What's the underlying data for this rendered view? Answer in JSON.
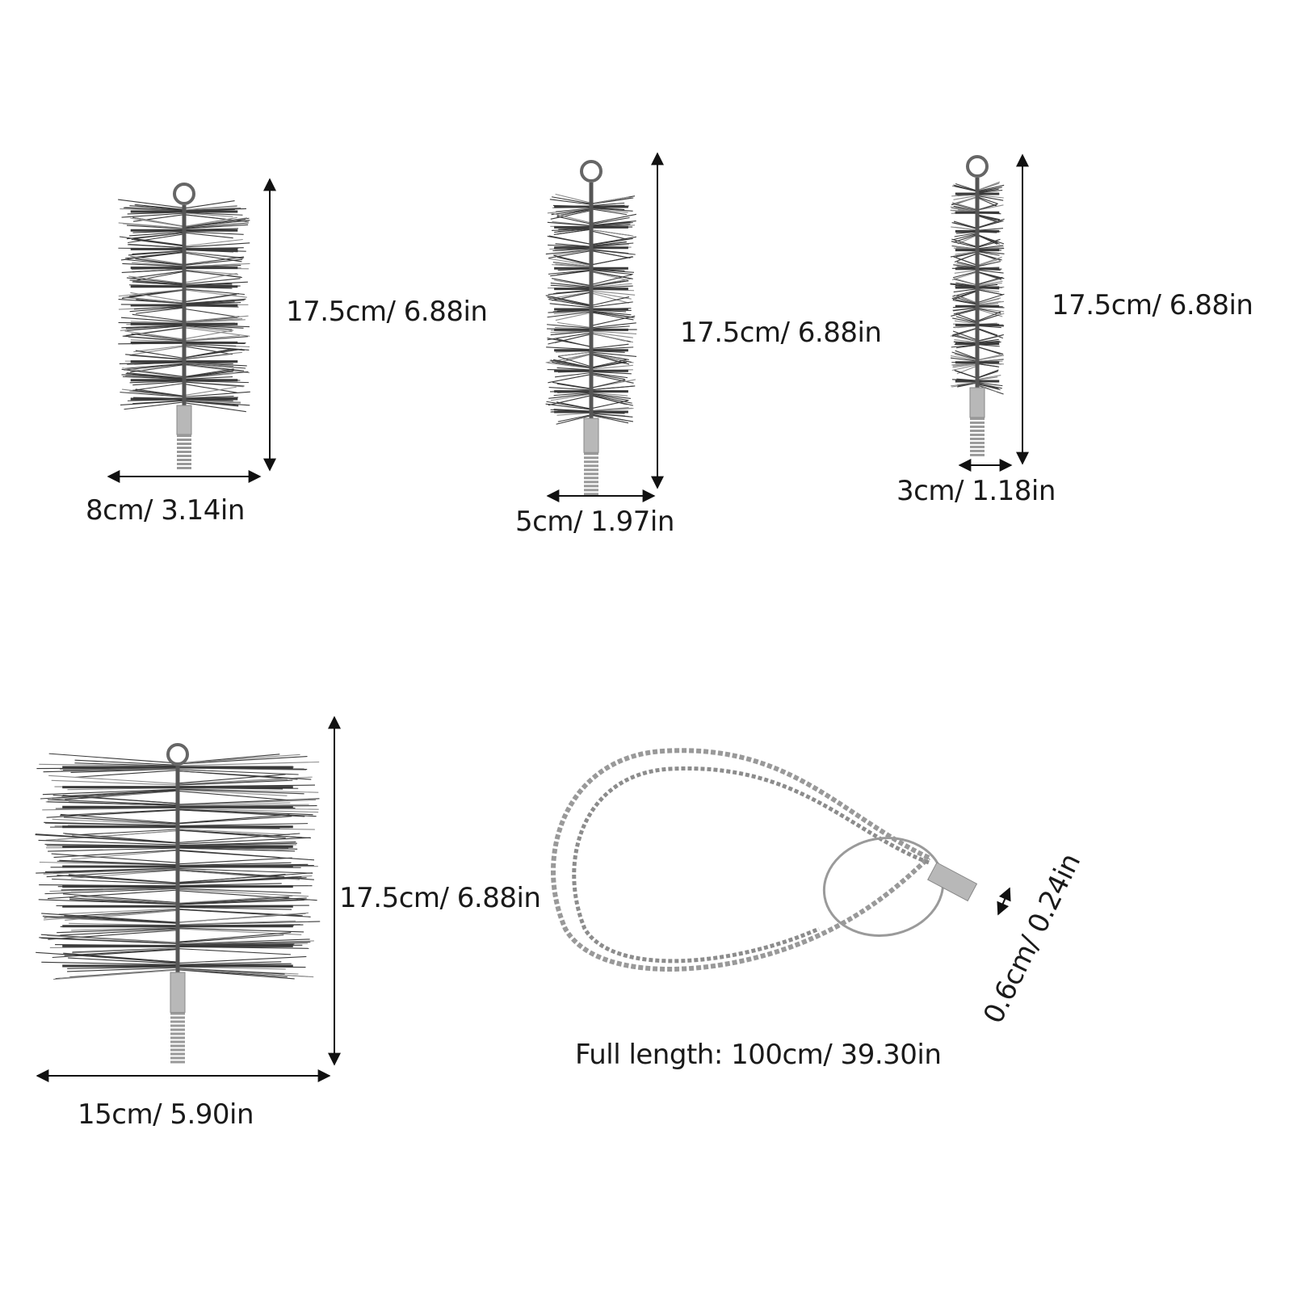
{
  "colors": {
    "background": "#ffffff",
    "bristle": "#3a3a3a",
    "bristle_light": "#8a8a8a",
    "metal": "#b8b8b8",
    "arrow": "#111111",
    "text": "#1a1a1a"
  },
  "products": [
    {
      "name": "brush-8cm",
      "height_label": "17.5cm/ 6.88in",
      "width_label": "8cm/ 3.14in"
    },
    {
      "name": "brush-5cm",
      "height_label": "17.5cm/ 6.88in",
      "width_label": "5cm/ 1.97in"
    },
    {
      "name": "brush-3cm",
      "height_label": "17.5cm/ 6.88in",
      "width_label": "3cm/ 1.18in"
    },
    {
      "name": "brush-15cm",
      "height_label": "17.5cm/ 6.88in",
      "width_label": "15cm/ 5.90in"
    }
  ],
  "cable": {
    "diameter_label": "0.6cm/ 0.24in",
    "length_label": "Full length: 100cm/ 39.30in"
  }
}
